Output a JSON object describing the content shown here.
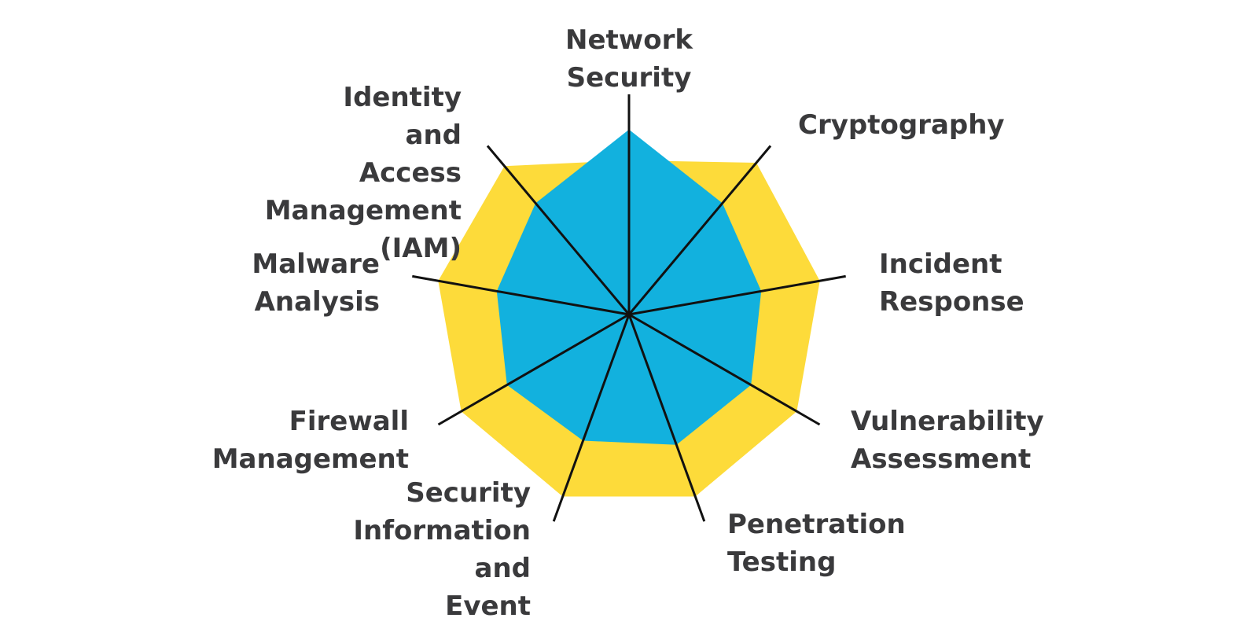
{
  "chart_data": {
    "type": "radar",
    "axes": [
      "Network\nSecurity",
      "Cryptography",
      "Incident\nResponse",
      "Vulnerability\nAssessment",
      "Penetration\nTesting",
      "Security\nInformation\nand\nEvent",
      "Firewall\nManagement",
      "Malware\nAnalysis",
      "Identity\nand\nAccess\nManagement\n(IAM)"
    ],
    "series": [
      {
        "color": "#FDDB3A",
        "values": [
          0.7,
          0.9,
          0.88,
          0.88,
          0.88,
          0.88,
          0.88,
          0.88,
          0.88
        ]
      },
      {
        "color": "#12B1DE",
        "values": [
          0.84,
          0.66,
          0.61,
          0.64,
          0.63,
          0.61,
          0.64,
          0.61,
          0.66
        ]
      }
    ],
    "range": [
      0,
      1
    ]
  }
}
